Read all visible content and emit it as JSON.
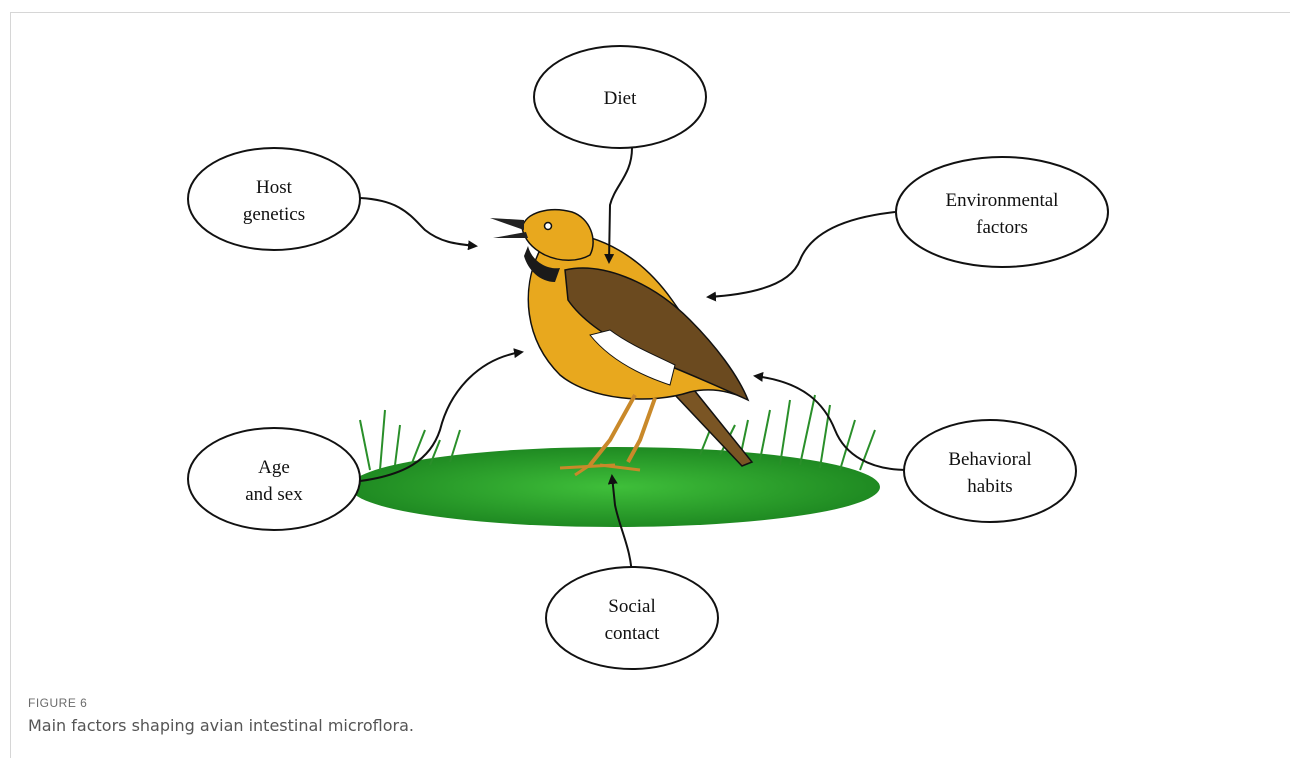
{
  "figure": {
    "number": "FIGURE 6",
    "caption": "Main factors shaping avian intestinal microflora."
  },
  "diagram": {
    "center_illustration": "bird-on-grass",
    "factors": [
      {
        "id": "diet",
        "lines": [
          "Diet"
        ]
      },
      {
        "id": "host-genetics",
        "lines": [
          "Host",
          "genetics"
        ]
      },
      {
        "id": "environmental-factors",
        "lines": [
          "Environmental",
          "factors"
        ]
      },
      {
        "id": "age-and-sex",
        "lines": [
          "Age",
          "and sex"
        ]
      },
      {
        "id": "behavioral-habits",
        "lines": [
          "Behavioral",
          "habits"
        ]
      },
      {
        "id": "social-contact",
        "lines": [
          "Social",
          "contact"
        ]
      }
    ]
  },
  "colors": {
    "bird_body": "#e8a81e",
    "bird_wing": "#6b4a1f",
    "grass": "#2e9e2c",
    "outline": "#111111"
  }
}
